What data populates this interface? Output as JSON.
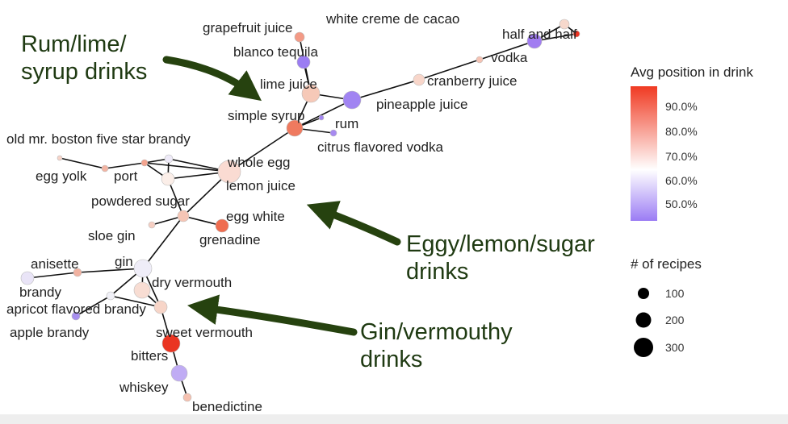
{
  "callouts": {
    "rum": [
      "Rum/lime/",
      "syrup drinks"
    ],
    "eggy": [
      "Eggy/lemon/sugar",
      "drinks"
    ],
    "gin": [
      "Gin/vermouthy",
      "drinks"
    ],
    "arrow_color": "#26420f"
  },
  "legend": {
    "color_title": "Avg position in drink",
    "color_ticks": [
      "90.0%",
      "80.0%",
      "70.0%",
      "60.0%",
      "50.0%"
    ],
    "color_high": "#f03a22",
    "color_mid": "#ffffff",
    "color_low": "#9b7cf4",
    "size_title": "# of recipes",
    "size_ticks": [
      "100",
      "200",
      "300"
    ]
  },
  "network": {
    "nodes": [
      {
        "id": "white creme de cacao",
        "label": "white creme de cacao",
        "fill": "#f6d8cc"
      },
      {
        "id": "half and half",
        "label": "half and half",
        "fill": "#a17df1"
      },
      {
        "id": "half-red",
        "label": "",
        "fill": "#ee3322"
      },
      {
        "id": "vodka",
        "label": "vodka",
        "fill": "#f4c2b3"
      },
      {
        "id": "grapefruit juice",
        "label": "grapefruit juice",
        "fill": "#f39a86"
      },
      {
        "id": "blanco tequila",
        "label": "blanco tequila",
        "fill": "#9b7df2"
      },
      {
        "id": "lime juice",
        "label": "lime juice",
        "fill": "#f6c9b8"
      },
      {
        "id": "cranberry juice",
        "label": "cranberry juice",
        "fill": "#f8d6ca"
      },
      {
        "id": "pineapple juice",
        "label": "pineapple juice",
        "fill": "#a184f2"
      },
      {
        "id": "rum",
        "label": "rum",
        "fill": "#a486f2"
      },
      {
        "id": "simple syrup",
        "label": "simple syrup",
        "fill": "#ef7a5f"
      },
      {
        "id": "citrus flavored vodka",
        "label": "citrus flavored vodka",
        "fill": "#a78af0"
      },
      {
        "id": "old mr. boston five star brandy",
        "label": "old mr. boston five star brandy",
        "fill": "#f6d3c8"
      },
      {
        "id": "egg yolk",
        "label": "egg yolk",
        "fill": "#f2b4a3"
      },
      {
        "id": "port",
        "label": "port",
        "fill": "#f3a48f"
      },
      {
        "id": "whole egg",
        "label": "whole egg",
        "fill": "#eeeaf8"
      },
      {
        "id": "lemon juice",
        "label": "lemon juice",
        "fill": "#fadbd2"
      },
      {
        "id": "powdered sugar",
        "label": "powdered sugar",
        "fill": "#fbeee8"
      },
      {
        "id": "egg white",
        "label": "egg white",
        "fill": "#f5c5b5"
      },
      {
        "id": "grenadine",
        "label": "grenadine",
        "fill": "#ef6d50"
      },
      {
        "id": "sloe gin",
        "label": "sloe gin",
        "fill": "#f6cfc3"
      },
      {
        "id": "gin",
        "label": "gin",
        "fill": "#efedf8"
      },
      {
        "id": "anisette",
        "label": "anisette",
        "fill": "#f1b2a1"
      },
      {
        "id": "brandy",
        "label": "brandy",
        "fill": "#e9e4f7"
      },
      {
        "id": "dry vermouth",
        "label": "dry vermouth",
        "fill": "#f8ddd3"
      },
      {
        "id": "apricot flavored brandy",
        "label": "apricot flavored brandy",
        "fill": "#f0f0f7"
      },
      {
        "id": "apple brandy",
        "label": "apple brandy",
        "fill": "#a890ef"
      },
      {
        "id": "sweet vermouth",
        "label": "sweet vermouth",
        "fill": "#f7d5c8"
      },
      {
        "id": "bitters",
        "label": "bitters",
        "fill": "#ea3522"
      },
      {
        "id": "whiskey",
        "label": "whiskey",
        "fill": "#c0acf4"
      },
      {
        "id": "benedictine",
        "label": "benedictine",
        "fill": "#f5c1b0"
      }
    ],
    "edges": [
      [
        "white creme de cacao",
        "half and half"
      ],
      [
        "half and half",
        "half-red"
      ],
      [
        "white creme de cacao",
        "half-red"
      ],
      [
        "half and half",
        "vodka"
      ],
      [
        "vodka",
        "cranberry juice"
      ],
      [
        "cranberry juice",
        "pineapple juice"
      ],
      [
        "pineapple juice",
        "simple syrup"
      ],
      [
        "lime juice",
        "pineapple juice"
      ],
      [
        "grapefruit juice",
        "lime juice"
      ],
      [
        "blanco tequila",
        "lime juice"
      ],
      [
        "lime juice",
        "simple syrup"
      ],
      [
        "simple syrup",
        "rum"
      ],
      [
        "simple syrup",
        "citrus flavored vodka"
      ],
      [
        "simple syrup",
        "lemon juice"
      ],
      [
        "lemon juice",
        "powdered sugar"
      ],
      [
        "lemon juice",
        "whole egg"
      ],
      [
        "lemon juice",
        "port"
      ],
      [
        "lemon juice",
        "egg white"
      ],
      [
        "port",
        "whole egg"
      ],
      [
        "port",
        "egg yolk"
      ],
      [
        "egg yolk",
        "old mr. boston five star brandy"
      ],
      [
        "port",
        "powdered sugar"
      ],
      [
        "whole egg",
        "powdered sugar"
      ],
      [
        "powdered sugar",
        "egg white"
      ],
      [
        "egg white",
        "grenadine"
      ],
      [
        "egg white",
        "sloe gin"
      ],
      [
        "egg white",
        "gin"
      ],
      [
        "gin",
        "anisette"
      ],
      [
        "anisette",
        "brandy"
      ],
      [
        "gin",
        "dry vermouth"
      ],
      [
        "gin",
        "apricot flavored brandy"
      ],
      [
        "apricot flavored brandy",
        "apple brandy"
      ],
      [
        "apricot flavored brandy",
        "sweet vermouth"
      ],
      [
        "dry vermouth",
        "sweet vermouth"
      ],
      [
        "gin",
        "sweet vermouth"
      ],
      [
        "sweet vermouth",
        "bitters"
      ],
      [
        "bitters",
        "whiskey"
      ],
      [
        "whiskey",
        "benedictine"
      ]
    ]
  }
}
